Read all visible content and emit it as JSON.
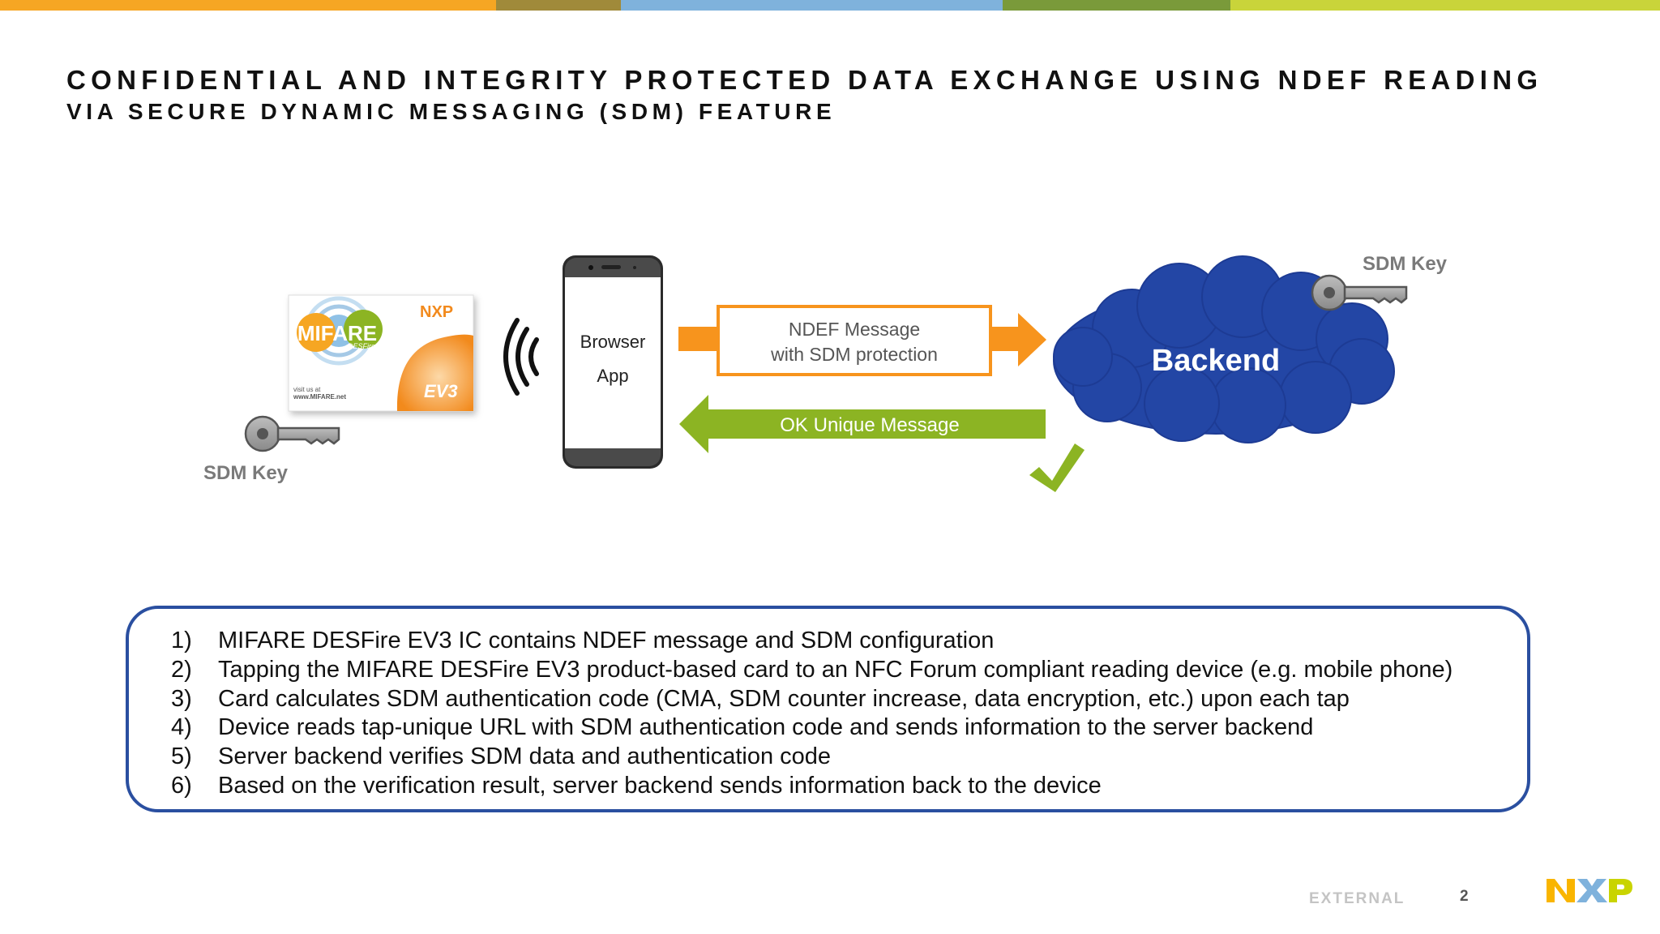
{
  "colors": {
    "top_bar": [
      "#f6a623",
      "#a08a3a",
      "#7fb2dc",
      "#7a9a3a",
      "#c9d43a"
    ],
    "arrow_orange": "#f7941d",
    "arrow_green": "#8cb423",
    "cloud_blue": "#2346a5",
    "border_blue": "#2a4fa0",
    "nxp_yellow": "#f9b500",
    "nxp_blue": "#7fb2dc",
    "nxp_green": "#c9d400"
  },
  "title": {
    "line1": "CONFIDENTIAL AND INTEGRITY PROTECTED DATA EXCHANGE USING NDEF READING",
    "line2": "VIA SECURE DYNAMIC MESSAGING (SDM) FEATURE"
  },
  "diagram": {
    "card": {
      "brand": "MIFARE",
      "sub_brand": "DESFire",
      "model": "EV3",
      "visit_line1": "visit us at",
      "visit_line2": "www.MIFARE.net",
      "logo_text": "NXP"
    },
    "card_key_label": "SDM Key",
    "phone": {
      "line1": "Browser",
      "line2": "App"
    },
    "request_arrow": {
      "line1": "NDEF Message",
      "line2": "with SDM protection"
    },
    "response_arrow": {
      "label": "OK Unique Message"
    },
    "backend": {
      "label": "Backend"
    },
    "backend_key_label": "SDM Key",
    "icons": [
      "key-icon",
      "nfc-waves-icon",
      "smartphone-icon",
      "cloud-icon",
      "checkmark-icon"
    ]
  },
  "steps": [
    {
      "num": "1)",
      "text": "MIFARE DESFire EV3 IC contains NDEF message and SDM configuration"
    },
    {
      "num": "2)",
      "text": "Tapping the MIFARE DESFire EV3 product-based card to an NFC Forum compliant reading device (e.g. mobile phone)"
    },
    {
      "num": "3)",
      "text": "Card calculates SDM authentication code (CMA, SDM counter increase, data encryption, etc.) upon each tap"
    },
    {
      "num": "4)",
      "text": "Device reads tap-unique URL with SDM authentication code and sends information to the server backend"
    },
    {
      "num": "5)",
      "text": "Server backend verifies SDM data and authentication code"
    },
    {
      "num": "6)",
      "text": "Based on the verification result, server backend sends information back to the device"
    }
  ],
  "footer": {
    "classification": "EXTERNAL",
    "page_number": "2",
    "logo_text": "NXP"
  }
}
